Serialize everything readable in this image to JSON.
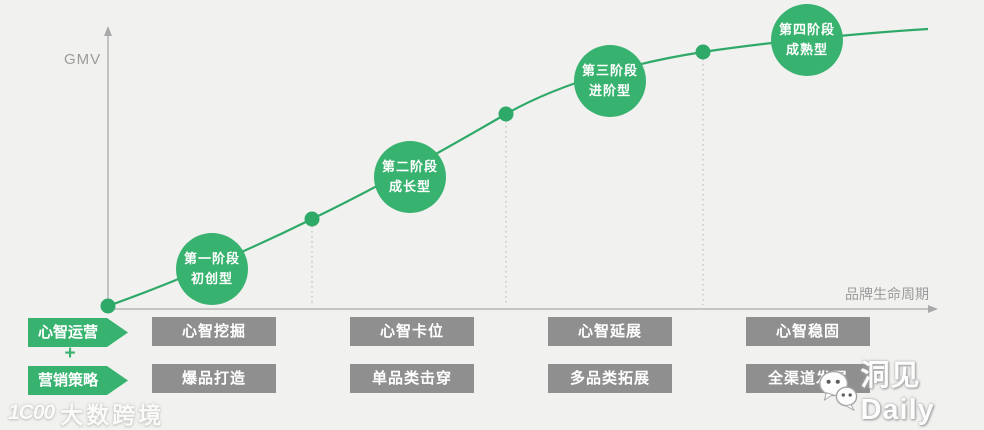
{
  "axes": {
    "y_label": "GMV",
    "x_label": "品牌生命周期"
  },
  "stages": [
    {
      "stage": "第一阶段",
      "type": "初创型"
    },
    {
      "stage": "第二阶段",
      "type": "成长型"
    },
    {
      "stage": "第三阶段",
      "type": "进阶型"
    },
    {
      "stage": "第四阶段",
      "type": "成熟型"
    }
  ],
  "strategy": {
    "plus": "+",
    "rows": [
      {
        "header": "心智运营",
        "cells": [
          "心智挖掘",
          "心智卡位",
          "心智延展",
          "心智稳固"
        ]
      },
      {
        "header": "营销策略",
        "cells": [
          "爆品打造",
          "单品类击穿",
          "多品类拓展",
          "全渠道发展"
        ]
      }
    ]
  },
  "watermarks": {
    "left_logo": "1C00",
    "left_text": "大数跨境",
    "right_text": "洞见Daily"
  },
  "colors": {
    "green": "#38b26f",
    "curve_green": "#2fa968",
    "box_gray": "#8f8f8f",
    "axis_gray": "#a9a9a9",
    "background": "#f1f1ef"
  }
}
